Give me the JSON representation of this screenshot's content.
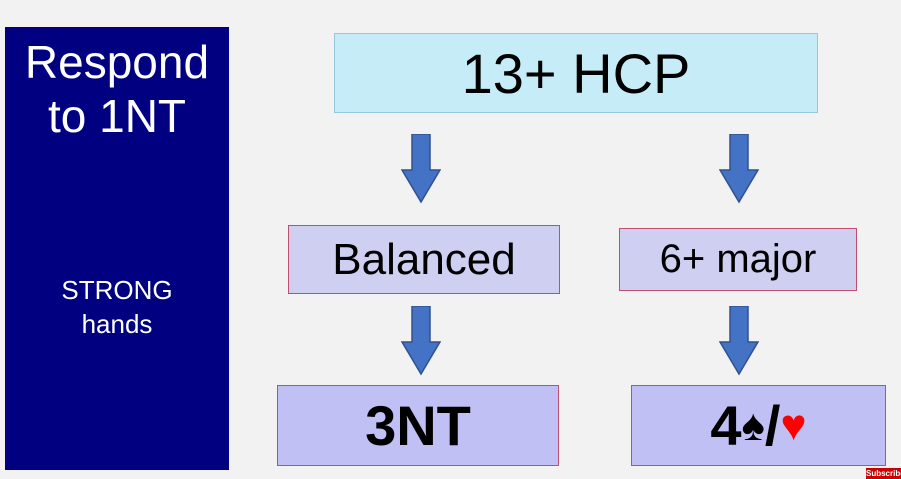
{
  "sidebar": {
    "title": "Respond\nto 1NT",
    "subtitle": "STRONG\nhands",
    "color": "#000080"
  },
  "flow": {
    "top": "13+ HCP",
    "left_condition": "Balanced",
    "right_condition": "6+ major",
    "left_result": "3NT",
    "right_result_prefix": "4",
    "right_result_spade": "♠",
    "right_result_slash": "/",
    "right_result_heart": "♥"
  },
  "colors": {
    "arrow": "#4472c4",
    "heart": "#ff0000"
  },
  "overlay": {
    "subscribe_label": "Subscribe"
  }
}
